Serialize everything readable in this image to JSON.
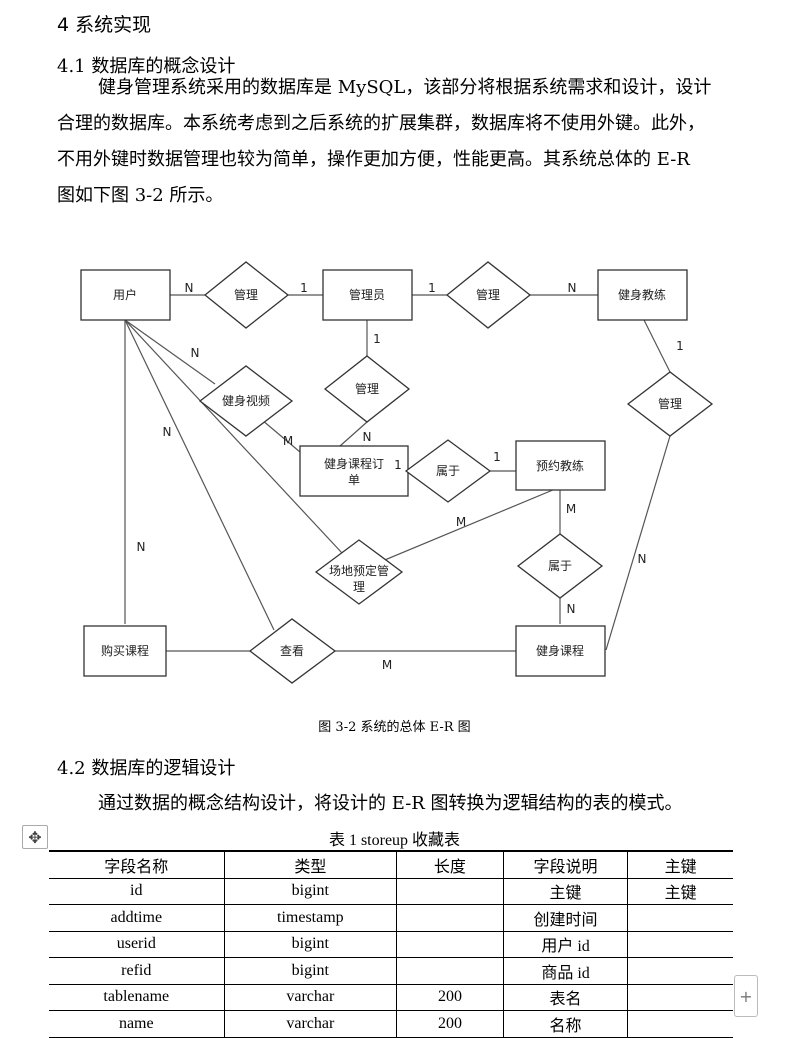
{
  "heading": "4 系统实现",
  "section1": "4.1 数据库的概念设计",
  "para1": [
    "健身管理系统采用的数据库是 MySQL，该部分将根据系统需求和设计，设计",
    "合理的数据库。本系统考虑到之后系统的扩展集群，数据库将不使用外键。此外，",
    "不用外键时数据管理也较为简单，操作更加方便，性能更高。其系统总体的 E-R",
    "图如下图 3-2 所示。"
  ],
  "diagram": {
    "entities": {
      "user": "用户",
      "admin": "管理员",
      "coach": "健身教练",
      "order1": "健身课程订",
      "order2": "单",
      "reserve": "预约教练",
      "buy": "购买课程",
      "course": "健身课程"
    },
    "relations": {
      "manage1": "管理",
      "manage2": "管理",
      "manage3": "管理",
      "manage4": "管理",
      "video": "健身视频",
      "belong1": "属于",
      "belong2": "属于",
      "venue1": "场地预定管",
      "venue2": "理",
      "view": "查看"
    },
    "cardinality": {
      "c1": "N",
      "c2": "1",
      "c3": "1",
      "c4": "N",
      "c5": "1",
      "c6": "1",
      "c7": "N",
      "c8": "N",
      "c9": "M",
      "c10": "N",
      "c11": "1",
      "c12": "1",
      "c13": "M",
      "c14": "M",
      "c15": "N",
      "c16": "N",
      "c17": "N",
      "c18": "M"
    }
  },
  "figure_caption": "图 3-2  系统的总体 E-R 图",
  "section2": "4.2 数据库的逻辑设计",
  "para2": "通过数据的概念结构设计，将设计的 E-R 图转换为逻辑结构的表的模式。",
  "table_caption": "表 1 storeup 收藏表",
  "table": {
    "headers": [
      "字段名称",
      "类型",
      "长度",
      "字段说明",
      "主键"
    ],
    "rows": [
      [
        "id",
        "bigint",
        "",
        "主键",
        "主键"
      ],
      [
        "addtime",
        "timestamp",
        "",
        "创建时间",
        ""
      ],
      [
        "userid",
        "bigint",
        "",
        "用户 id",
        ""
      ],
      [
        "refid",
        "bigint",
        "",
        "商品 id",
        ""
      ],
      [
        "tablename",
        "varchar",
        "200",
        "表名",
        ""
      ],
      [
        "name",
        "varchar",
        "200",
        "名称",
        ""
      ]
    ]
  },
  "icons": [
    "move-icon",
    "plus-icon"
  ]
}
